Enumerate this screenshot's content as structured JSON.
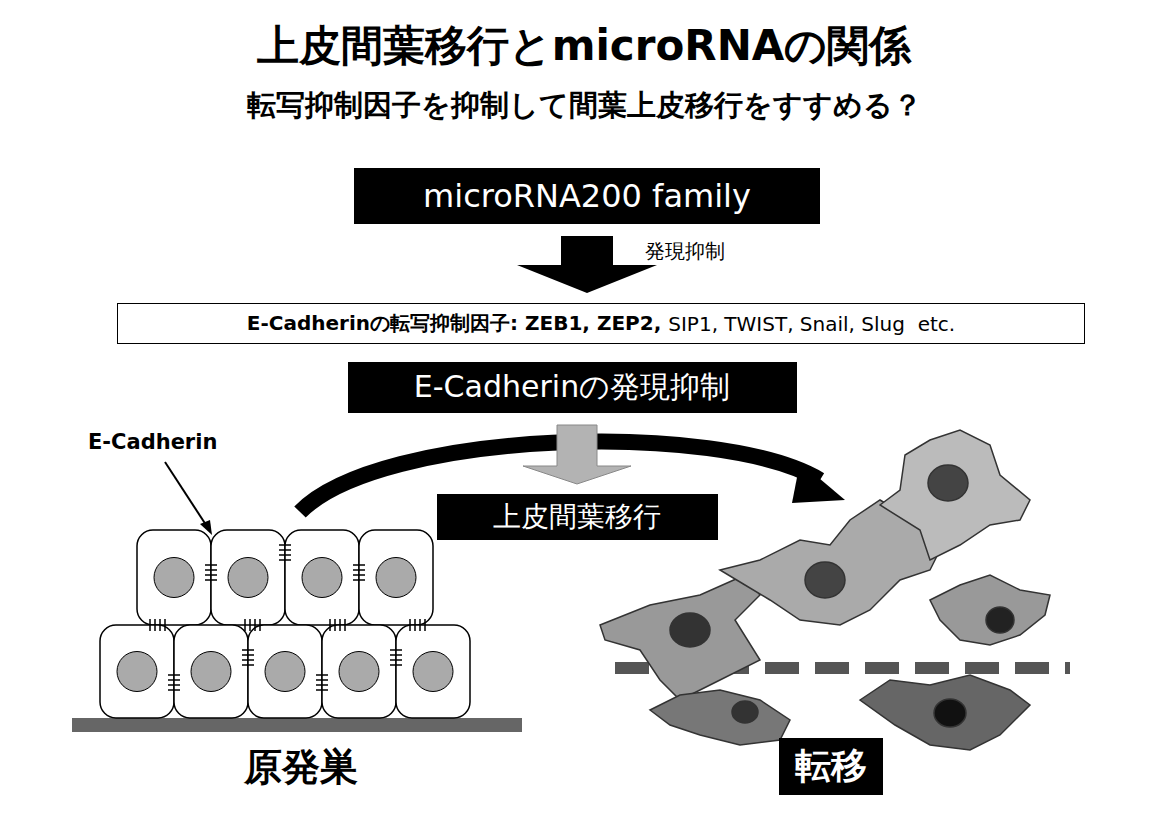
{
  "diagram": {
    "title": "上皮間葉移行とmicroRNAの関係",
    "nodes": [
      {
        "text": [
          "microRNA200 family"
        ]
      },
      {
        "text": [
          "E-Cadherinの転写抑制因子: ZEB1, ZEP2,",
          "SIP1, TWIST, Snail, Slug  etc."
        ]
      },
      {
        "text": [
          "E-Cadherinの発現抑制"
        ]
      },
      {
        "text": [
          "上皮間葉移行"
        ]
      },
      {
        "text": [
          "転移"
        ]
      }
    ],
    "edges": [
      {
        "from": 0,
        "to": 1,
        "arrow": "to",
        "label": "発現抑制"
      },
      {
        "from": 2,
        "to": 3,
        "arrow": "to"
      }
    ],
    "labels": [
      "転写抑制因子を抑制して間葉上皮移行をすすめる？",
      "E-Cadherin",
      "原発巣"
    ]
  }
}
